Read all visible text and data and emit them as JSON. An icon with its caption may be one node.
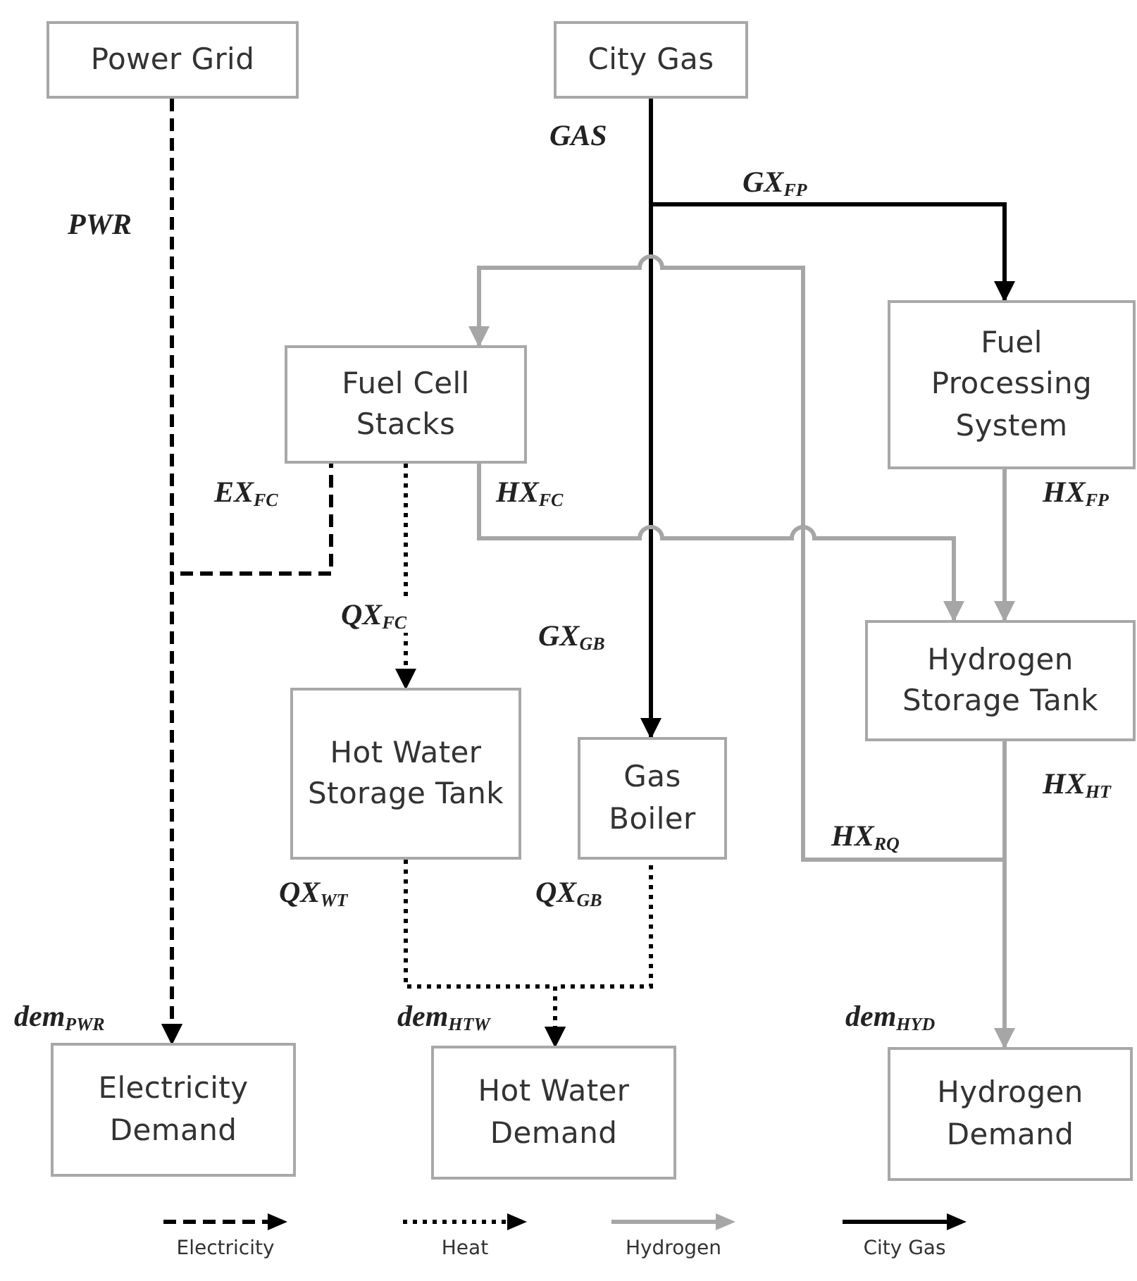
{
  "diagram": {
    "nodes": [
      {
        "text": [
          "Power Grid"
        ]
      },
      {
        "text": [
          "City Gas"
        ]
      },
      {
        "text": [
          "Fuel Cell Stacks"
        ]
      },
      {
        "text": [
          "Fuel Processing System"
        ]
      },
      {
        "text": [
          "Hot Water Storage Tank"
        ]
      },
      {
        "text": [
          "Gas Boiler"
        ]
      },
      {
        "text": [
          "Hydrogen Storage Tank"
        ]
      },
      {
        "text": [
          "Electricity Demand"
        ]
      },
      {
        "text": [
          "Hot Water Demand"
        ]
      },
      {
        "text": [
          "Hydrogen Demand"
        ]
      }
    ],
    "edges": [
      {
        "from": 0,
        "to": 7,
        "arrow": "to",
        "label": "PWR",
        "style": "dashed"
      },
      {
        "from": 2,
        "to": 7,
        "arrow": "to",
        "label": "EX$_{FC}$",
        "style": "dashed"
      },
      {
        "from": 1,
        "to": 3,
        "arrow": "to",
        "label": "GX$_{FP}$"
      },
      {
        "from": 1,
        "to": 5,
        "arrow": "to",
        "label": "GX$_{GB}$"
      },
      {
        "from": 2,
        "to": 4,
        "arrow": "to",
        "label": "QX$_{FC}$",
        "style": "dashed"
      },
      {
        "from": 4,
        "to": 8,
        "arrow": "to",
        "label": "QX$_{WT}$",
        "style": "dashed"
      },
      {
        "from": 5,
        "to": 8,
        "arrow": "to",
        "label": "QX$_{GB}$",
        "style": "dashed"
      },
      {
        "from": 2,
        "to": 6,
        "arrow": "to",
        "label": "HX$_{FC}$",
        "color": "#a6a6a6"
      },
      {
        "from": 3,
        "to": 6,
        "arrow": "to",
        "label": "HX$_{FP}$",
        "color": "#a6a6a6"
      },
      {
        "from": 6,
        "to": 9,
        "arrow": "to",
        "label": "dem$_{HYD}$",
        "color": "#a6a6a6"
      },
      {
        "from": 6,
        "to": 2,
        "arrow": "to",
        "label": "HX$_{RQ}$",
        "color": "#a6a6a6"
      }
    ],
    "labels": [
      "GAS",
      "HX$_{HT}$",
      "dem$_{PWR}$",
      "dem$_{HTW}$"
    ],
    "legend": [
      {
        "text": "Electricity"
      },
      {
        "text": "Heat"
      },
      {
        "text": "Hydrogen"
      },
      {
        "text": "City Gas"
      }
    ]
  }
}
